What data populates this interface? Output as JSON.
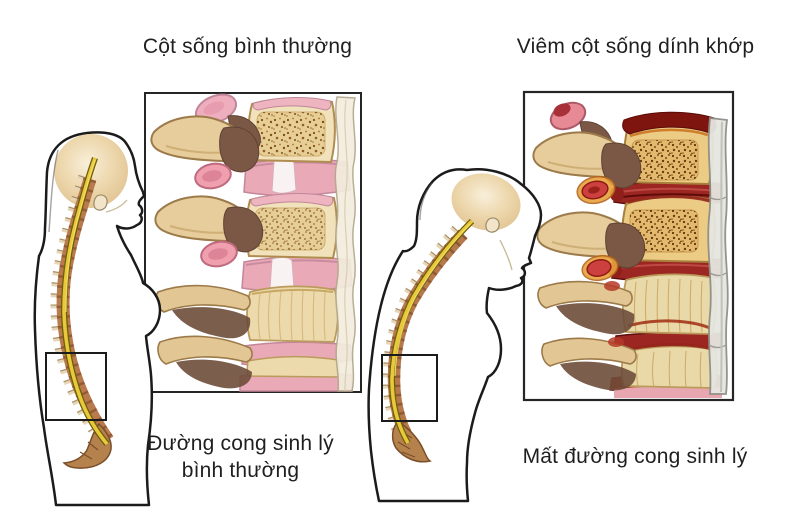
{
  "titles": {
    "normal": "Cột sống bình thường",
    "disease": "Viêm cột sống dính khớp"
  },
  "captions": {
    "normal_line1": "Đường cong sinh lý",
    "normal_line2": "bình thường",
    "disease": "Mất đường cong sinh lý"
  },
  "colors": {
    "background": "#ffffff",
    "outline": "#1b1b1b",
    "text": "#1f1f1f",
    "bone_cream": "#f1e2bb",
    "trabecular_normal": "#e7cd96",
    "trabecular_inflamed": "#e2b96e",
    "disc_pink": "#e9a9b7",
    "disc_inflamed_red": "#9c2722",
    "inflammation_dark_red": "#7e150f",
    "spine_brown": "#b97a4e",
    "spinal_cord_yellow": "#e8c93a",
    "ligament_cream": "#f2edde",
    "ligament_ossified_grey": "#e6e6e0",
    "skull_tan": "#e8cfa2",
    "facet_pink": "#ef9fae",
    "facet_inflamed_red": "#cd4040"
  }
}
